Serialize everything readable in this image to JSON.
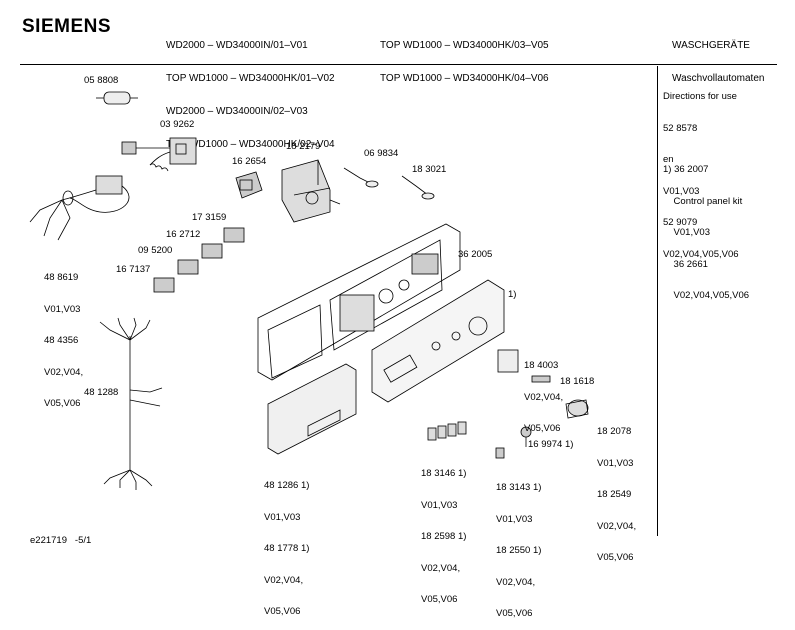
{
  "header": {
    "brand": "SIEMENS",
    "models_left": [
      "WD2000 – WD34000IN/01–V01",
      "TOP WD1000 – WD34000HK/01–V02",
      "WD2000 – WD34000IN/02–V03",
      "TOP WD1000 – WD34000HK/02–V04"
    ],
    "models_right": [
      "TOP WD1000 – WD34000HK/03–V05",
      "TOP WD1000 – WD34000HK/04–V06"
    ],
    "category": [
      "WASCHGERÄTE",
      "Waschvollautomaten"
    ]
  },
  "sidebar": {
    "doc_lines": [
      "Directions for use",
      "52 8578",
      "en",
      "V01,V03",
      "52 9079",
      "V02,V04,V05,V06"
    ],
    "note_lines": [
      "1) 36 2007",
      "    Control panel kit",
      "    V01,V03",
      "    36 2661",
      "    V02,V04,V05,V06"
    ]
  },
  "parts": {
    "p058808": "05 8808",
    "p039262": "03 9262",
    "p182179": "18 2179",
    "p162654": "16 2654",
    "p069834": "06 9834",
    "p183021": "18 3021",
    "p488619": [
      "48 8619",
      "V01,V03",
      "48 4356",
      "V02,V04,",
      "V05,V06"
    ],
    "p173159": "17 3159",
    "p162712": "16 2712",
    "p095200": "09 5200",
    "p167137": "16 7137",
    "p362005": "36 2005",
    "note1": "1)",
    "p481288": "48 1288",
    "p184003": [
      "18 4003",
      "V02,V04,",
      "V05,V06"
    ],
    "p181618": "18 1618",
    "p182078": [
      "18 2078",
      "V01,V03",
      "18 2549",
      "V02,V04,",
      "V05,V06"
    ],
    "p169974": "16 9974 1)",
    "p183146": [
      "18 3146 1)",
      "V01,V03",
      "18 2598 1)",
      "V02,V04,",
      "V05,V06"
    ],
    "p183143": [
      "18 3143 1)",
      "V01,V03",
      "18 2550 1)",
      "V02,V04,",
      "V05,V06"
    ],
    "p481286": [
      "48 1286 1)",
      "V01,V03",
      "48 1778 1)",
      "V02,V04,",
      "V05,V06"
    ]
  },
  "footer": {
    "doc_id": "e221719   -5/1"
  }
}
